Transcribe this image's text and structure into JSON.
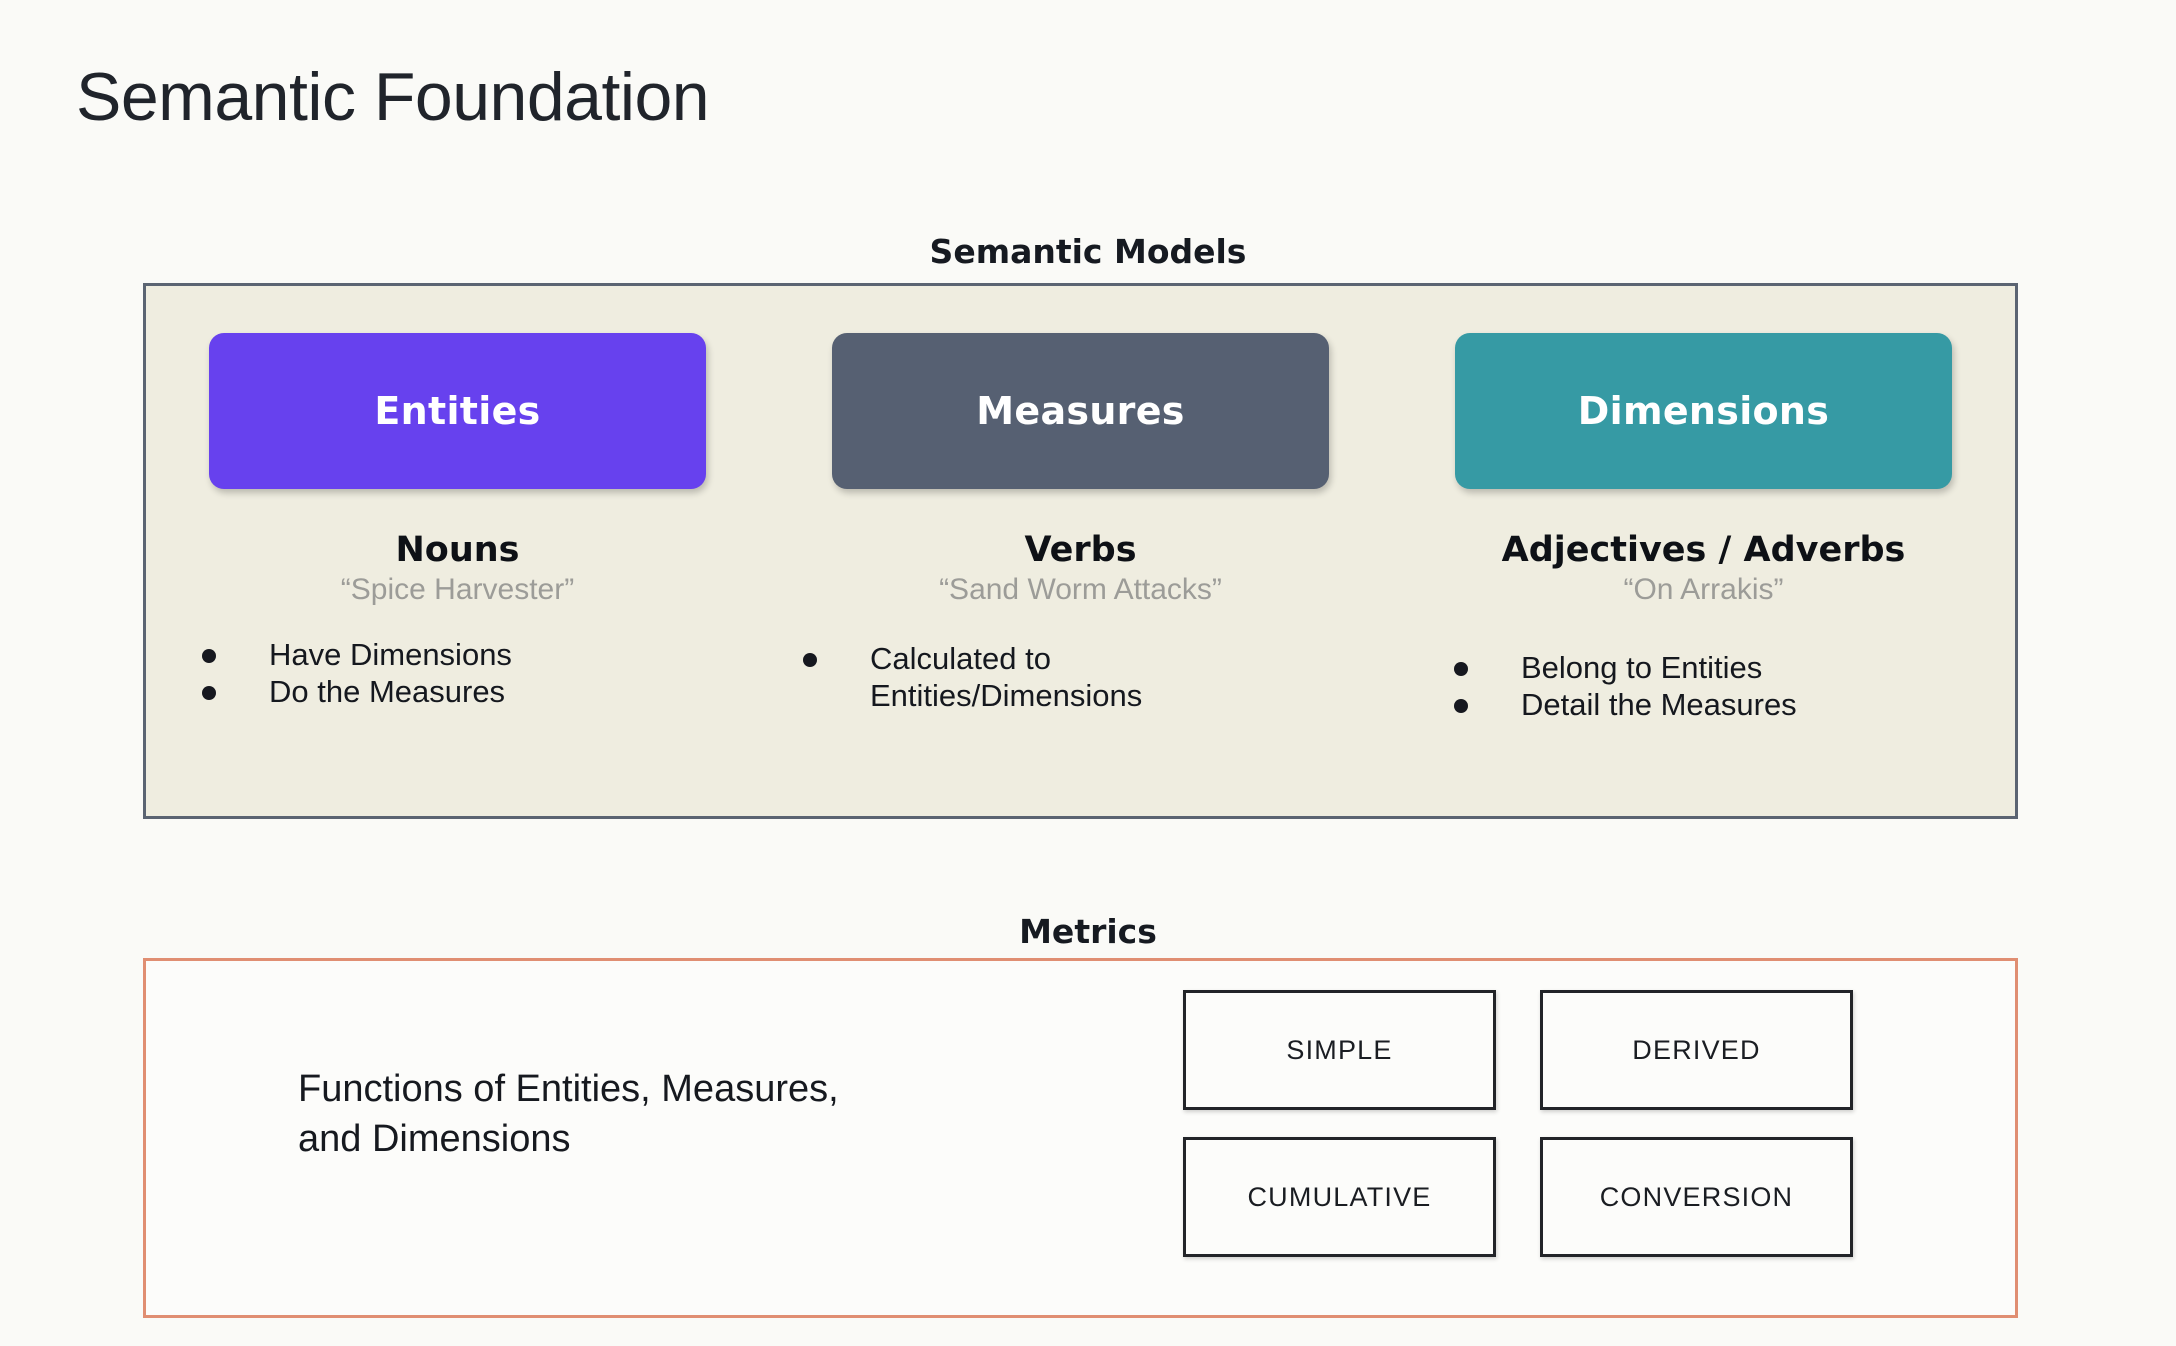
{
  "slide": {
    "title": "Semantic Foundation",
    "background_color": "#FAFAF7"
  },
  "semantic_models": {
    "caption": "Semantic Models",
    "panel_background": "#EFEDE0",
    "panel_border_color": "#5B6472",
    "columns": [
      {
        "pill_label": "Entities",
        "pill_color": "#6741EE",
        "part_of_speech": "Nouns",
        "example": "“Spice Harvester”",
        "bullets": [
          "Have Dimensions",
          "Do the Measures"
        ]
      },
      {
        "pill_label": "Measures",
        "pill_color": "#566072",
        "part_of_speech": "Verbs",
        "example": "“Sand Worm Attacks”",
        "bullets": [
          "Calculated to\nEntities/Dimensions"
        ]
      },
      {
        "pill_label": "Dimensions",
        "pill_color": "#369AA4",
        "part_of_speech": "Adjectives / Adverbs",
        "example": "“On Arrakis”",
        "bullets": [
          "Belong to Entities",
          "Detail the Measures"
        ]
      }
    ]
  },
  "metrics": {
    "caption": "Metrics",
    "panel_border_color": "#E08E72",
    "description": "Functions of Entities, Measures,\nand Dimensions",
    "types": [
      "SIMPLE",
      "DERIVED",
      "CUMULATIVE",
      "CONVERSION"
    ]
  }
}
